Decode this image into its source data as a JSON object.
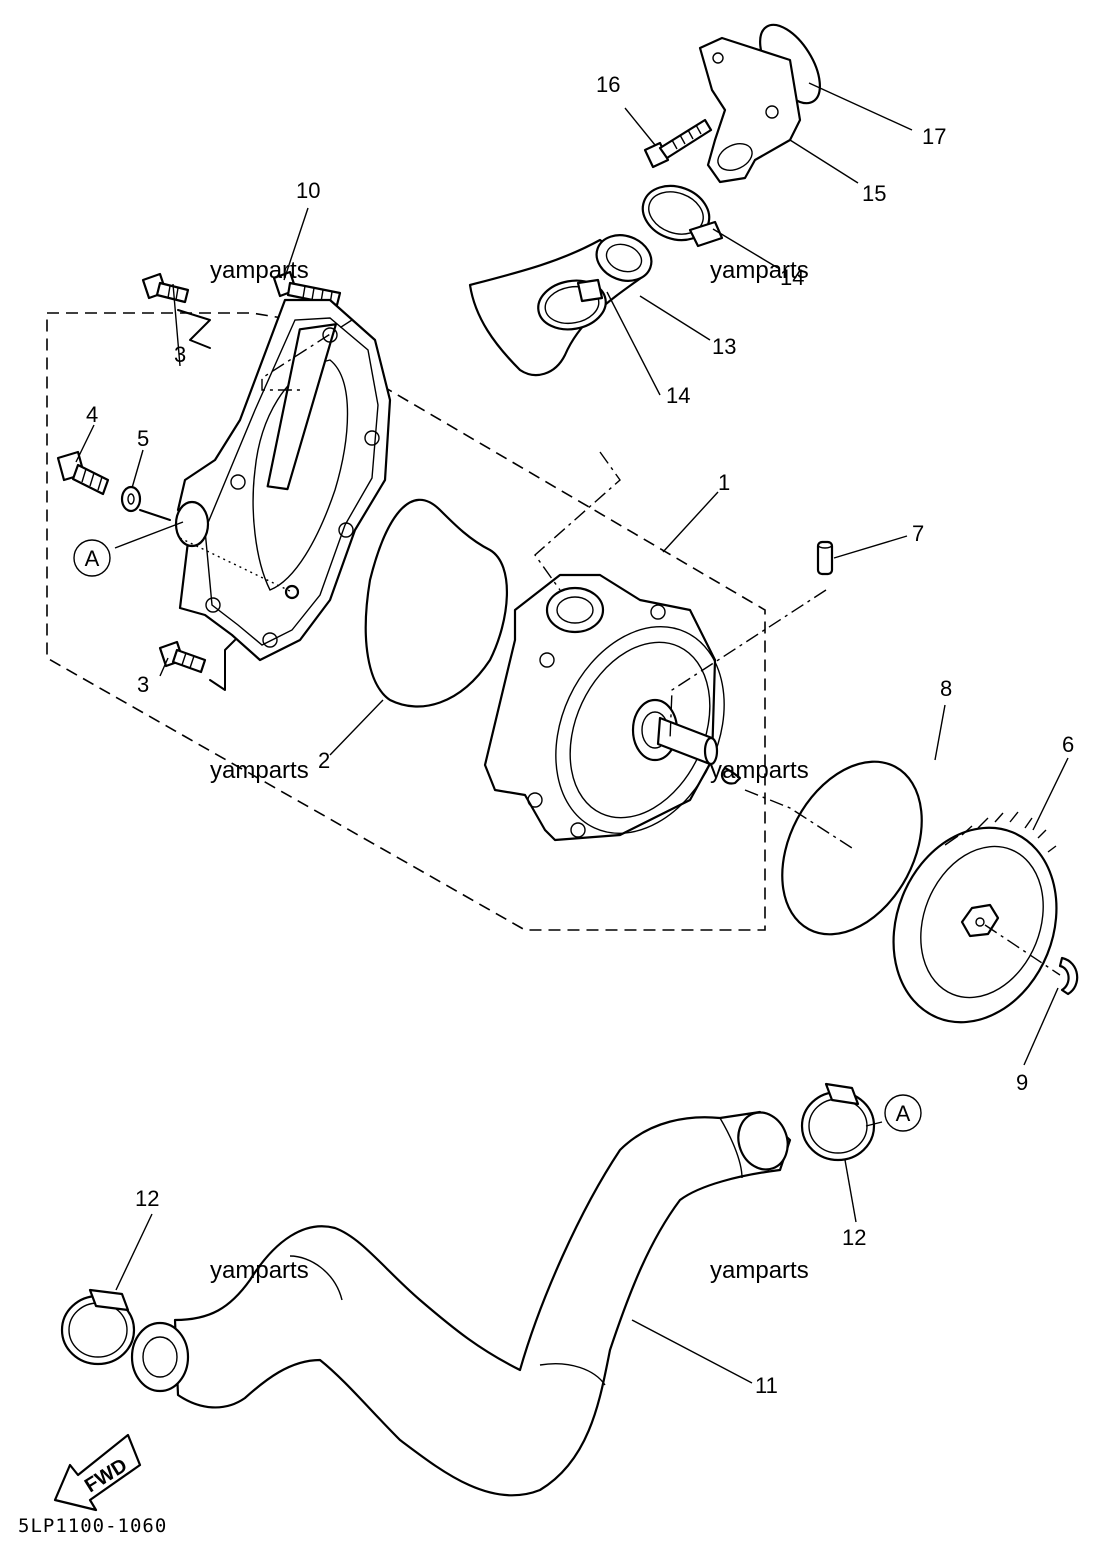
{
  "diagram_code": "5LP1100-1060",
  "watermark": "yamparts",
  "fwd_label": "FWD",
  "ref_marker": "A",
  "callouts": [
    "1",
    "2",
    "3",
    "3",
    "4",
    "5",
    "6",
    "7",
    "8",
    "9",
    "10",
    "11",
    "12",
    "12",
    "13",
    "14",
    "14",
    "15",
    "16",
    "17"
  ]
}
